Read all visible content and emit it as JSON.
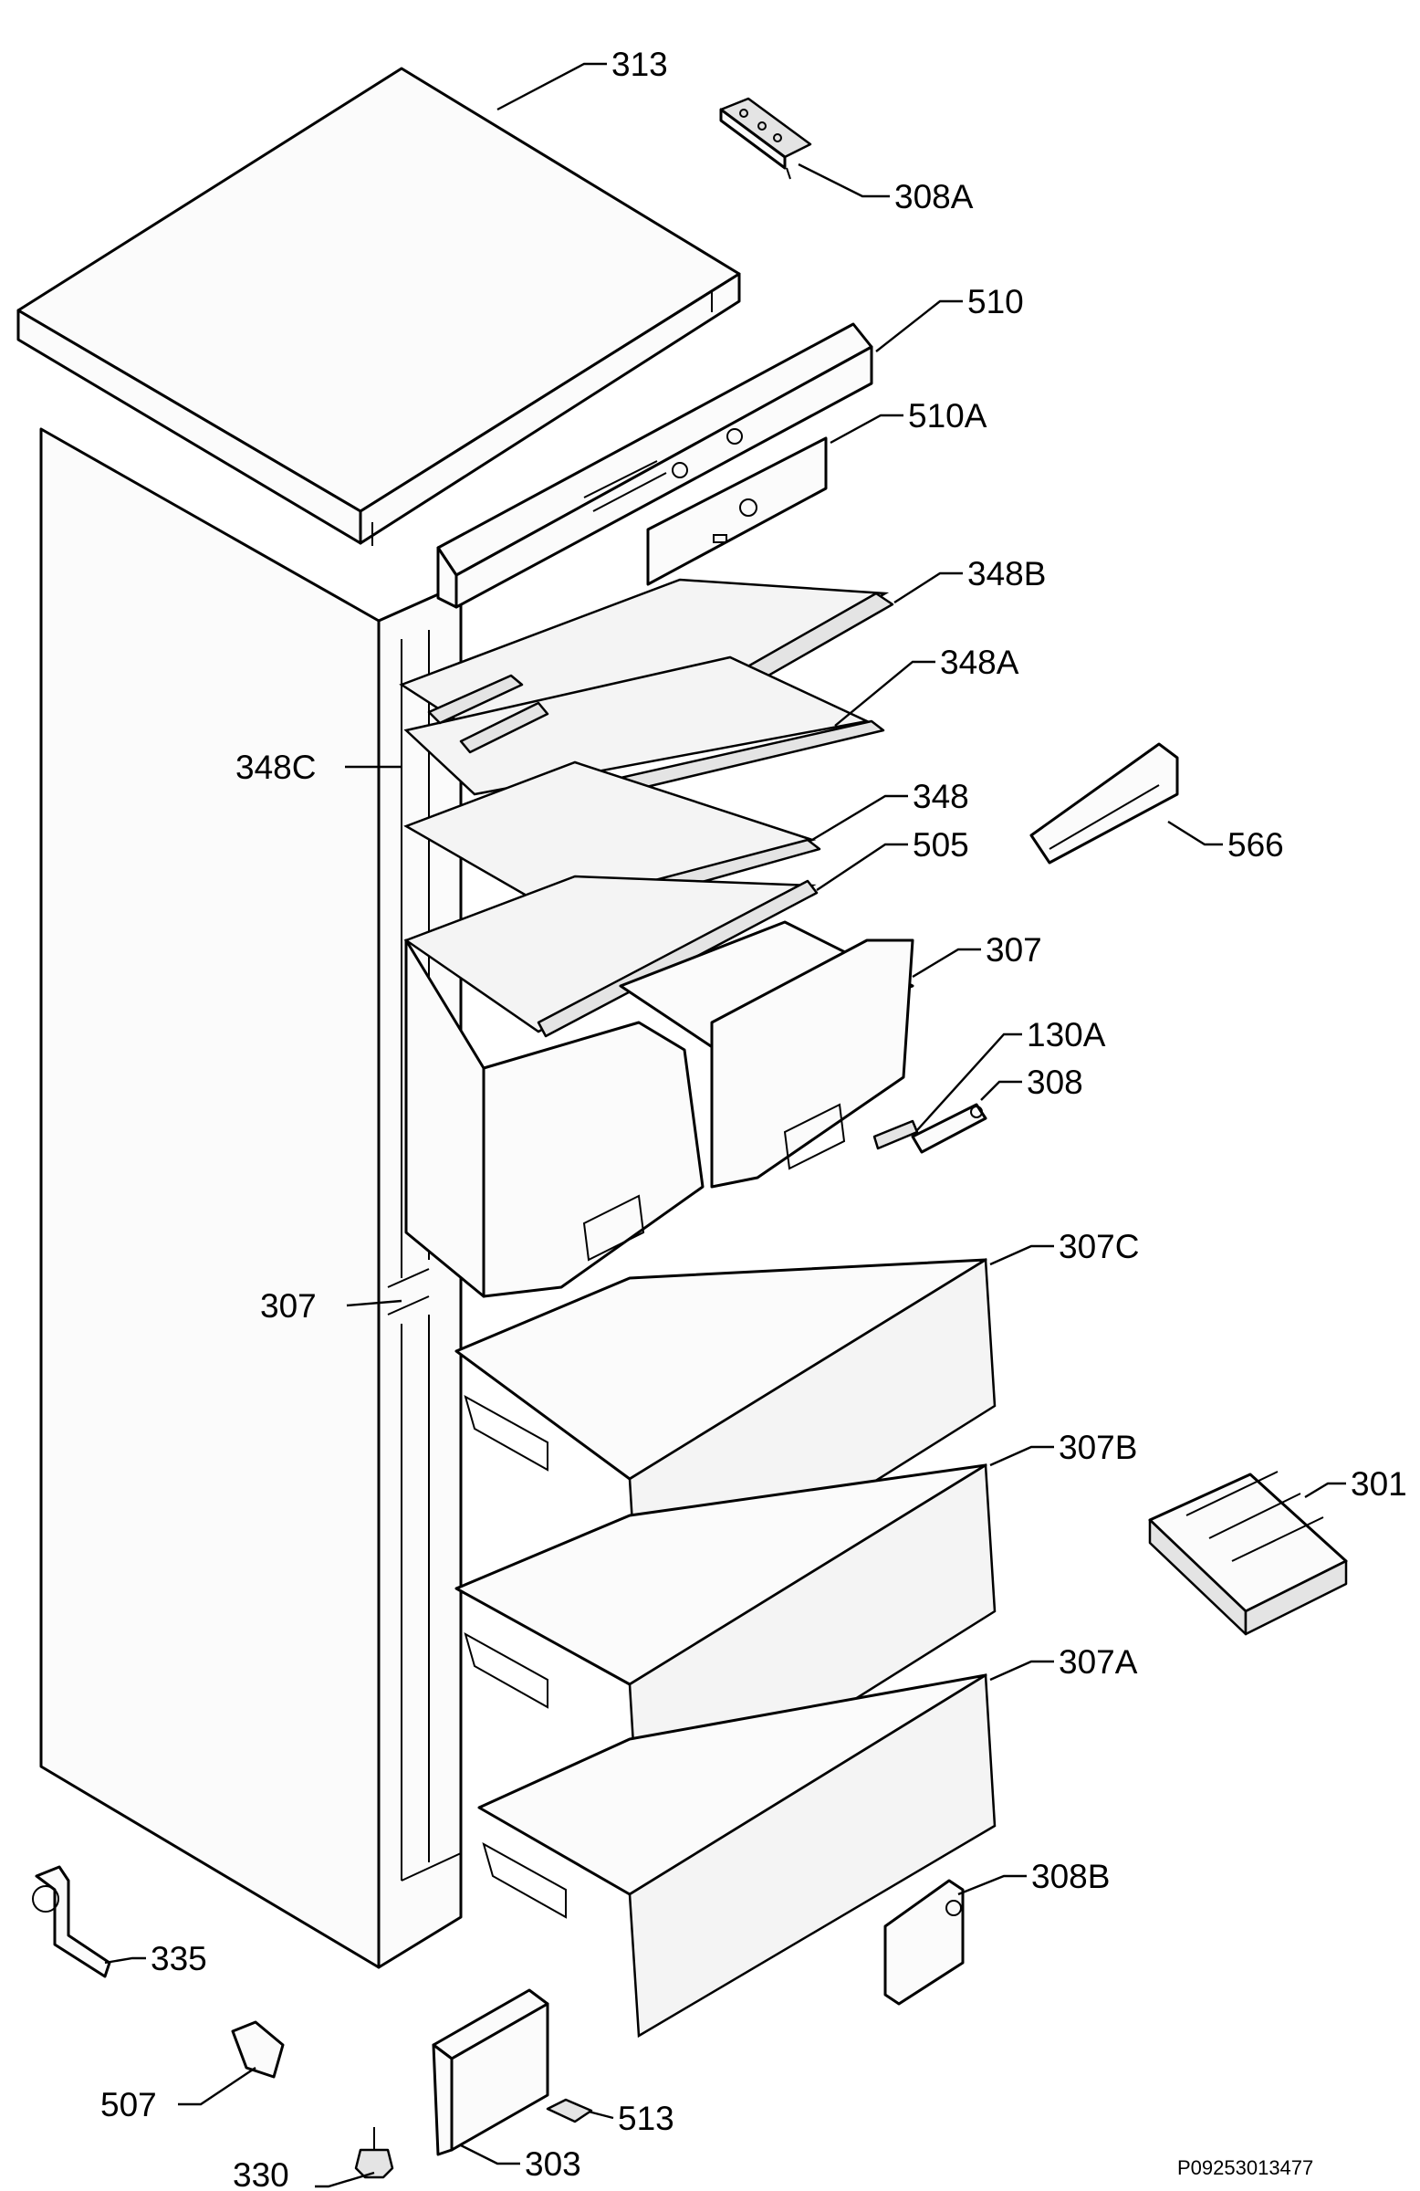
{
  "diagram": {
    "reference_code": "P09253013477",
    "parts": [
      {
        "id": "313",
        "label": "313"
      },
      {
        "id": "308a",
        "label": "308A"
      },
      {
        "id": "510",
        "label": "510"
      },
      {
        "id": "510a",
        "label": "510A"
      },
      {
        "id": "348b",
        "label": "348B"
      },
      {
        "id": "348a",
        "label": "348A"
      },
      {
        "id": "348c",
        "label": "348C"
      },
      {
        "id": "348",
        "label": "348"
      },
      {
        "id": "505",
        "label": "505"
      },
      {
        "id": "566",
        "label": "566"
      },
      {
        "id": "307-upper",
        "label": "307"
      },
      {
        "id": "130a",
        "label": "130A"
      },
      {
        "id": "308",
        "label": "308"
      },
      {
        "id": "307-lower",
        "label": "307"
      },
      {
        "id": "307c",
        "label": "307C"
      },
      {
        "id": "307b",
        "label": "307B"
      },
      {
        "id": "301",
        "label": "301"
      },
      {
        "id": "307a",
        "label": "307A"
      },
      {
        "id": "335",
        "label": "335"
      },
      {
        "id": "308b",
        "label": "308B"
      },
      {
        "id": "507",
        "label": "507"
      },
      {
        "id": "513",
        "label": "513"
      },
      {
        "id": "330",
        "label": "330"
      },
      {
        "id": "303",
        "label": "303"
      }
    ]
  }
}
